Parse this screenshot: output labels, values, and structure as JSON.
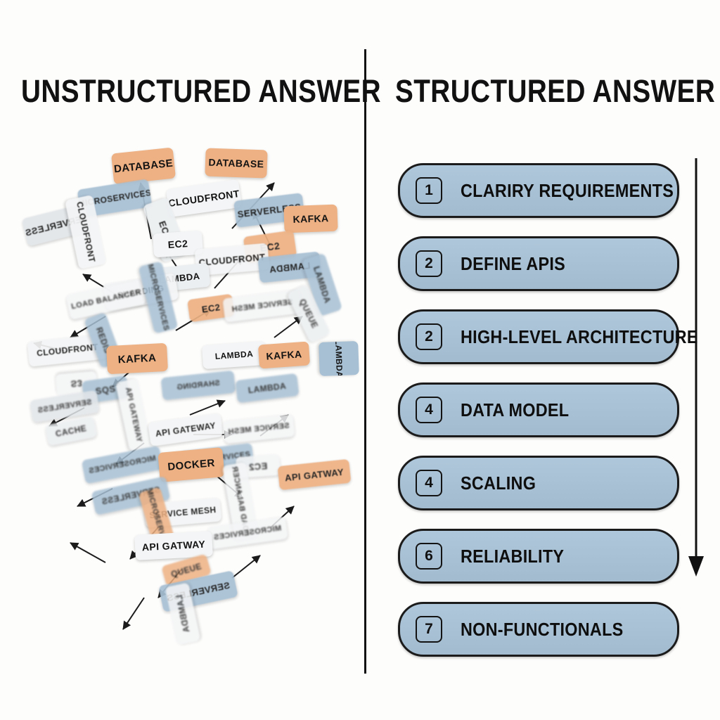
{
  "panels": {
    "left_title": "UNSTRUCTURED ANSWER",
    "right_title": "STRUCTURED ANSWER"
  },
  "colors": {
    "background": "#fdfdfc",
    "pill_blue": "#a7c0d4",
    "card_orange": "#eeb183",
    "card_blue": "#a7c0d4",
    "card_white": "#f4f5f6",
    "outline": "#1b1b1b",
    "text": "#111111"
  },
  "structured_steps": [
    {
      "number": "1",
      "label": "CLARIRY REQUIREMENTS"
    },
    {
      "number": "2",
      "label": "DEFINE APIS"
    },
    {
      "number": "2",
      "label": "HIGH-LEVEL ARCHITECTURE"
    },
    {
      "number": "4",
      "label": "DATA MODEL"
    },
    {
      "number": "4",
      "label": "SCALING"
    },
    {
      "number": "6",
      "label": "RELIABILITY"
    },
    {
      "number": "7",
      "label": "NON-FUNCTIONALS"
    }
  ],
  "scattered_cards": [
    {
      "text": "DATABASE",
      "color": "orange"
    },
    {
      "text": "DATABASE",
      "color": "orange"
    },
    {
      "text": "MICROSERVICES",
      "color": "blue"
    },
    {
      "text": "CLOUDFRONT",
      "color": "white"
    },
    {
      "text": "SERVERLESS",
      "color": "blue"
    },
    {
      "text": "KAFKA",
      "color": "orange"
    },
    {
      "text": "SERVERLESS",
      "color": "white"
    },
    {
      "text": "CLOUDFRONT",
      "color": "white"
    },
    {
      "text": "EC2",
      "color": "white"
    },
    {
      "text": "EC2",
      "color": "orange"
    },
    {
      "text": "LAMBDA",
      "color": "white"
    },
    {
      "text": "CLOUDFRONT",
      "color": "white"
    },
    {
      "text": "LAMBDA",
      "color": "blue"
    },
    {
      "text": "KAFKA",
      "color": "orange"
    },
    {
      "text": "KAFKA",
      "color": "orange"
    },
    {
      "text": "API GATEWAY",
      "color": "white"
    },
    {
      "text": "API GATWAY",
      "color": "white"
    },
    {
      "text": "DOCKER",
      "color": "orange"
    },
    {
      "text": "API GATWAY",
      "color": "white"
    },
    {
      "text": "API GATWAY",
      "color": "orange"
    },
    {
      "text": "MICROSERVICES",
      "color": "blue"
    },
    {
      "text": "SERVERLESS",
      "color": "blue"
    },
    {
      "text": "S3",
      "color": "blue"
    },
    {
      "text": "SQS",
      "color": "blue"
    },
    {
      "text": "REDIS",
      "color": "white"
    },
    {
      "text": "SERVICE MESH",
      "color": "white"
    },
    {
      "text": "LOAD BALANCER",
      "color": "white"
    },
    {
      "text": "CACHE",
      "color": "white"
    },
    {
      "text": "SHARDING",
      "color": "blue"
    },
    {
      "text": "QUEUE",
      "color": "orange"
    },
    {
      "text": "EC2",
      "color": "orange"
    },
    {
      "text": "LAMBDA",
      "color": "blue"
    }
  ],
  "icons": {
    "flow_arrow": "down-arrow-icon",
    "divider": "vertical-divider"
  }
}
